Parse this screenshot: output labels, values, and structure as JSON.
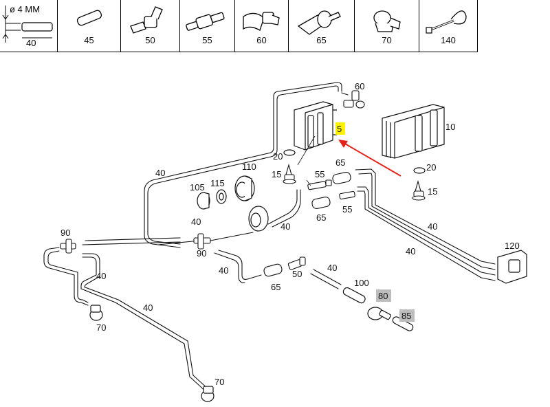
{
  "legend": {
    "tube_diameter": "ø 4 MM",
    "tube_number": "40",
    "items": [
      "45",
      "50",
      "55",
      "60",
      "65",
      "70",
      "140"
    ]
  },
  "callouts": {
    "c5": "5",
    "c10": "10",
    "c15a": "15",
    "c15b": "15",
    "c20a": "20",
    "c20b": "20",
    "c40a": "40",
    "c40b": "40",
    "c40c": "40",
    "c40d": "40",
    "c40e": "40",
    "c40f": "40",
    "c40g": "40",
    "c40h": "40",
    "c40i": "40",
    "c50": "50",
    "c55a": "55",
    "c55b": "55",
    "c60": "60",
    "c65a": "65",
    "c65b": "65",
    "c65c": "65",
    "c70a": "70",
    "c70b": "70",
    "c80": "80",
    "c85": "85",
    "c90a": "90",
    "c90b": "90",
    "c100": "100",
    "c105": "105",
    "c110": "110",
    "c115": "115",
    "c120": "120"
  },
  "colors": {
    "highlight": "#fff200",
    "marked": "#bdbdbd",
    "arrow": "#e2231a",
    "line": "#111111"
  }
}
